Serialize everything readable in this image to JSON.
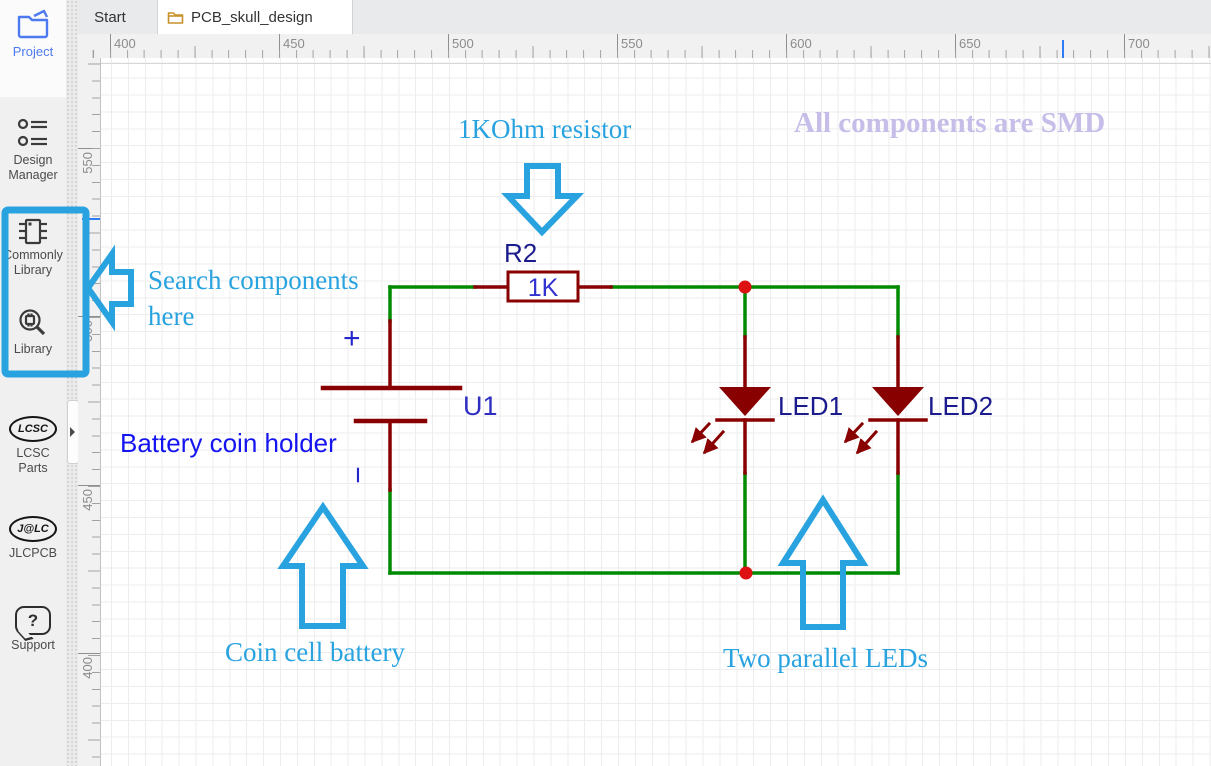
{
  "tabs": {
    "start": "Start",
    "active": "PCB_skull_design"
  },
  "sidebar": {
    "project": [
      "Project"
    ],
    "design_manager": [
      "Design",
      "Manager"
    ],
    "commonly_library": [
      "Commonly",
      "Library"
    ],
    "library": [
      "Library"
    ],
    "lcsc": [
      "LCSC",
      "Parts"
    ],
    "lcsc_logo": "LCSC",
    "jlcpcb": [
      "JLCPCB"
    ],
    "jlcpcb_logo": "J@LC",
    "support": [
      "Support"
    ],
    "support_glyph": "?"
  },
  "rulers": {
    "horizontal": [
      "400",
      "450",
      "500",
      "550",
      "600",
      "650",
      "700"
    ],
    "vertical": [
      "550",
      "500",
      "450",
      "400"
    ]
  },
  "schematic": {
    "resistor": {
      "designator": "R2",
      "value": "1K"
    },
    "battery": {
      "designator": "U1",
      "plus": "+",
      "minus": "−"
    },
    "led1": {
      "designator": "LED1"
    },
    "led2": {
      "designator": "LED2"
    },
    "colors": {
      "wire": "#008a00",
      "component": "#880000",
      "junction": "#dd1111",
      "designator_text": "#1b1b8e",
      "value_text": "#3232d0"
    }
  },
  "annotations": {
    "accent_color": "#29a3e0",
    "resistor_note": "1KOhm resistor",
    "smd_note": "All components are SMD",
    "smd_color": "#c6bde9",
    "search_line1": "Search components",
    "search_line2": "here",
    "battery_holder_label": "Battery coin holder",
    "battery_holder_color": "#1414f0",
    "coin_note": "Coin cell battery",
    "led_note": "Two parallel LEDs"
  }
}
